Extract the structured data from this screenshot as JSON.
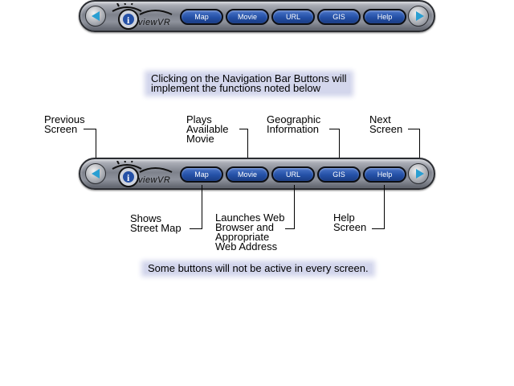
{
  "navbar": {
    "logo_text": "viewVR",
    "buttons": [
      "Map",
      "Movie",
      "URL",
      "GIS",
      "Help"
    ],
    "accent": "#2a9fd2",
    "pill_color": "#2450a6"
  },
  "intro": {
    "line1": "Clicking on the Navigation Bar Buttons will",
    "line2": "implement the functions noted below"
  },
  "labels": {
    "previous": "Previous\nScreen",
    "plays": "Plays\nAvailable\nMovie",
    "geographic": "Geographic\nInformation",
    "next": "Next\nScreen",
    "shows": "Shows\nStreet Map",
    "launches": "Launches Web\nBrowser and\nAppropriate\nWeb Address",
    "help": "Help\nScreen"
  },
  "footer": "Some buttons will not be active in every screen."
}
